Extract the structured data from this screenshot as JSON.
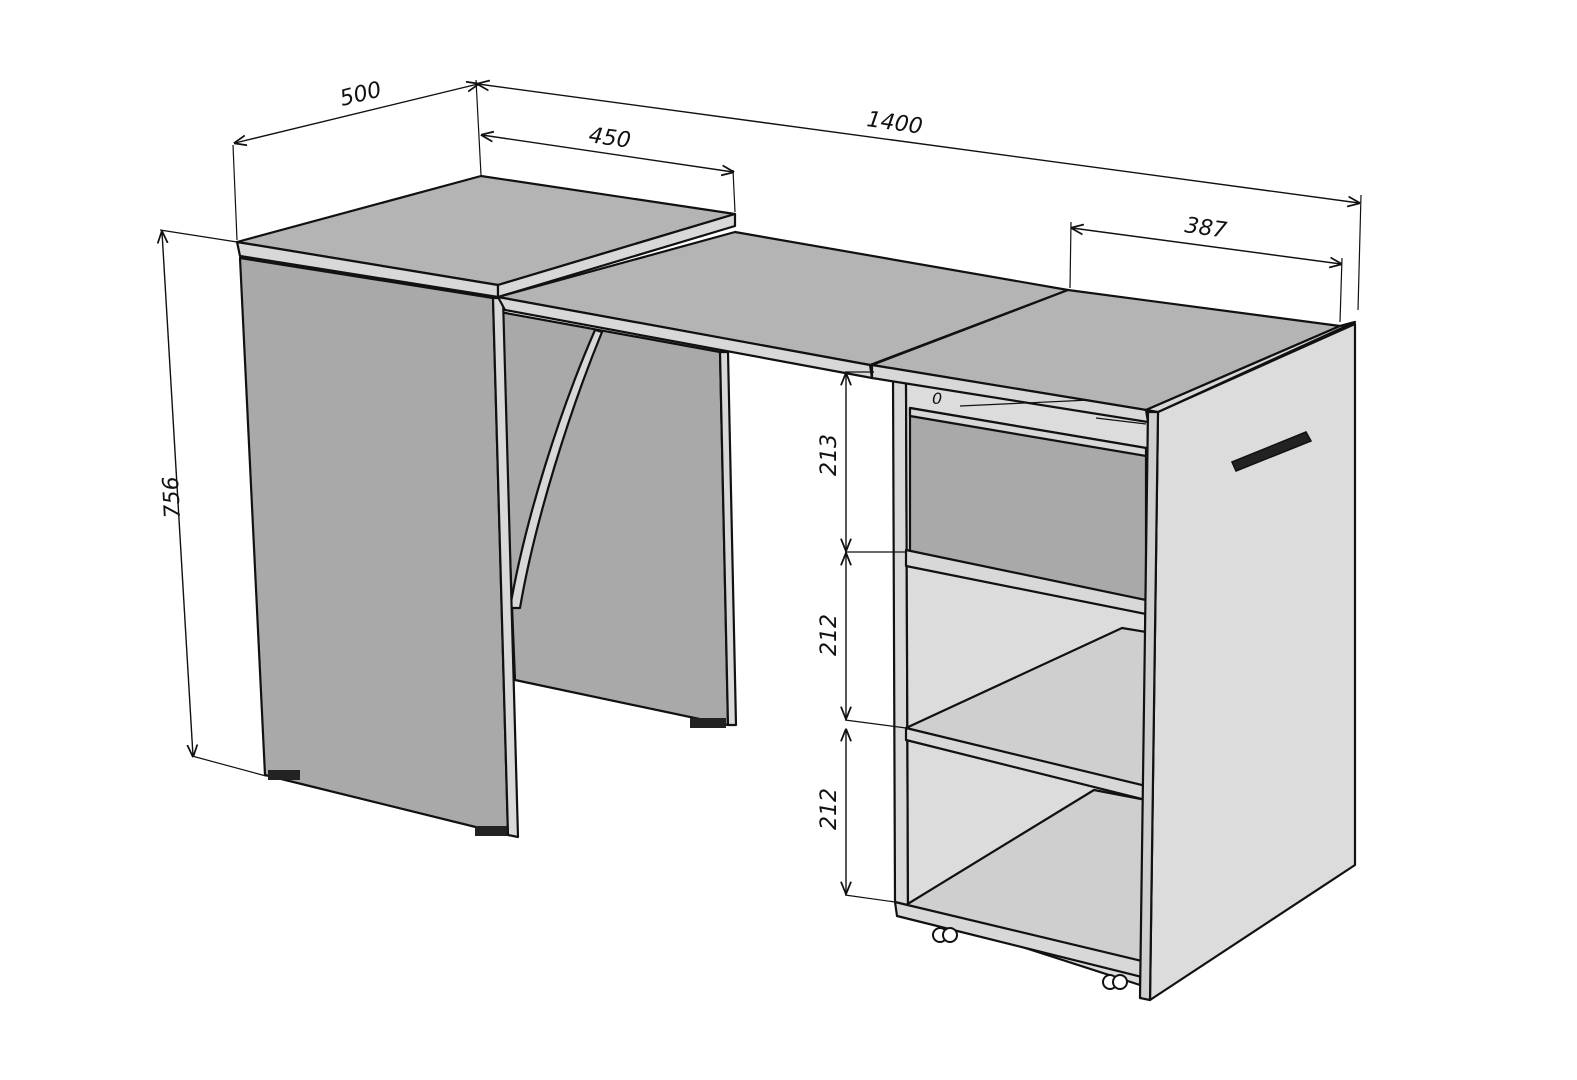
{
  "colors": {
    "top_surface": "#b4b4b4",
    "side_dark": "#a9a9a9",
    "side_light": "#dcdcdc",
    "edge": "#111111",
    "shelf_light": "#d6d6d6",
    "handle": "#222222"
  },
  "dimensions": {
    "width_left": "500",
    "extension": "450",
    "total_length": "1400",
    "cabinet_depth": "387",
    "height": "756",
    "drawer_h": "213",
    "shelf1_h": "212",
    "shelf2_h": "212",
    "small_label": "0"
  }
}
